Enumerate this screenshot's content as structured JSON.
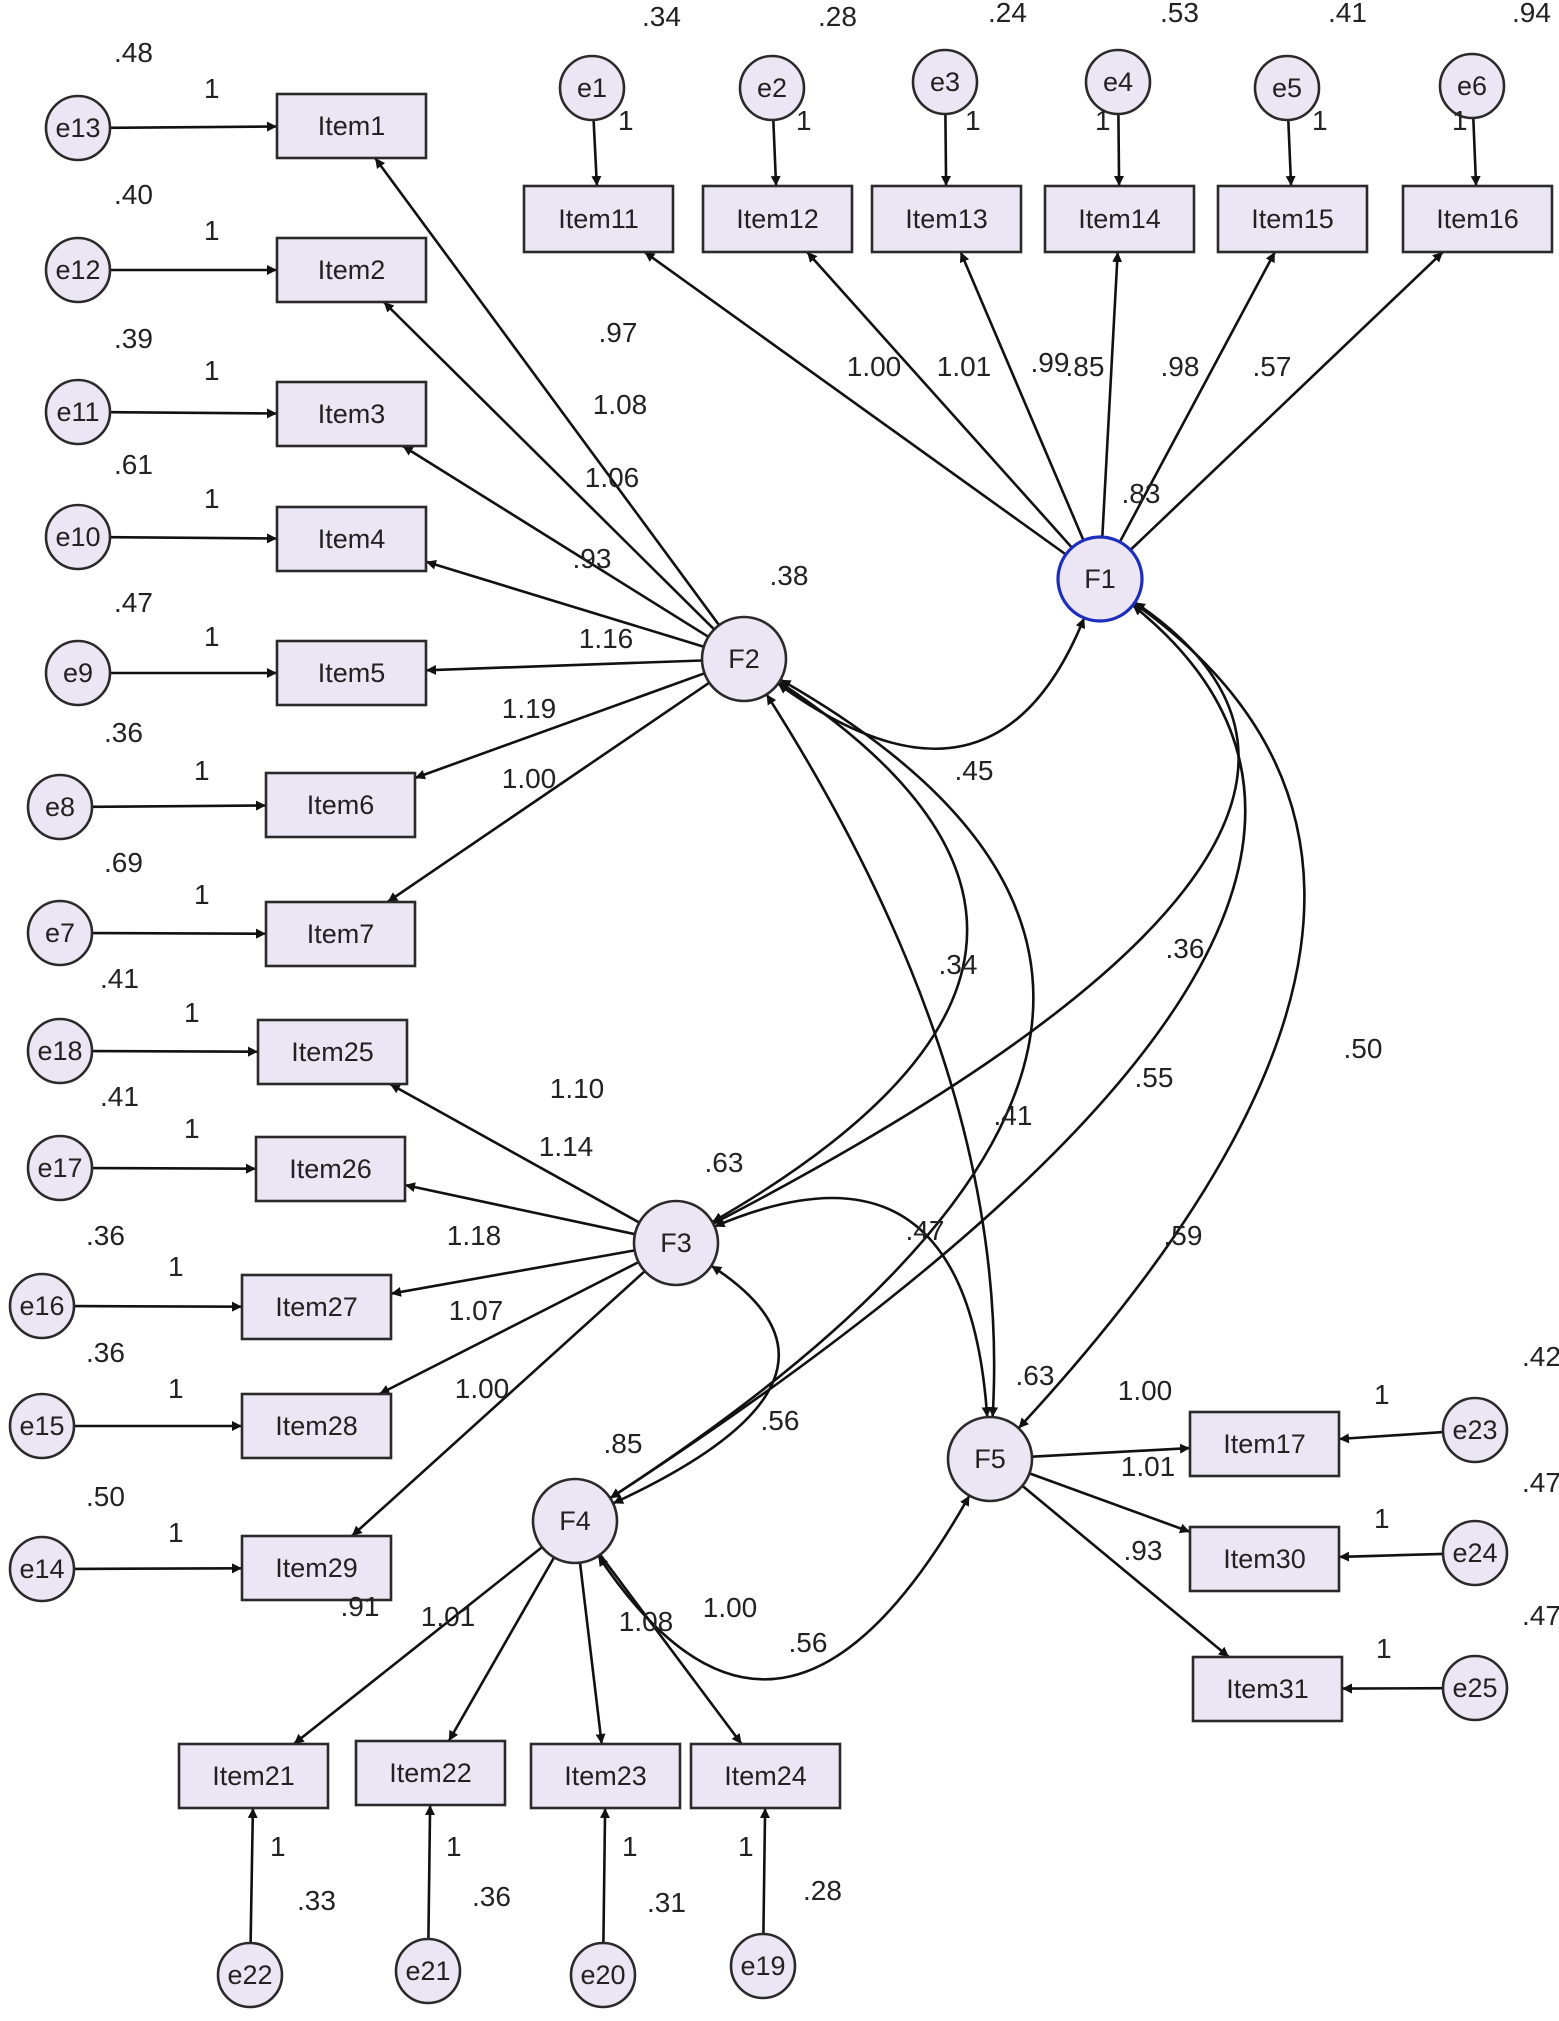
{
  "items": [
    {
      "id": "Item1",
      "label": "Item1"
    },
    {
      "id": "Item2",
      "label": "Item2"
    },
    {
      "id": "Item3",
      "label": "Item3"
    },
    {
      "id": "Item4",
      "label": "Item4"
    },
    {
      "id": "Item5",
      "label": "Item5"
    },
    {
      "id": "Item6",
      "label": "Item6"
    },
    {
      "id": "Item7",
      "label": "Item7"
    },
    {
      "id": "Item11",
      "label": "Item11"
    },
    {
      "id": "Item12",
      "label": "Item12"
    },
    {
      "id": "Item13",
      "label": "Item13"
    },
    {
      "id": "Item14",
      "label": "Item14"
    },
    {
      "id": "Item15",
      "label": "Item15"
    },
    {
      "id": "Item16",
      "label": "Item16"
    },
    {
      "id": "Item25",
      "label": "Item25"
    },
    {
      "id": "Item26",
      "label": "Item26"
    },
    {
      "id": "Item27",
      "label": "Item27"
    },
    {
      "id": "Item28",
      "label": "Item28"
    },
    {
      "id": "Item29",
      "label": "Item29"
    },
    {
      "id": "Item17",
      "label": "Item17"
    },
    {
      "id": "Item30",
      "label": "Item30"
    },
    {
      "id": "Item31",
      "label": "Item31"
    },
    {
      "id": "Item21",
      "label": "Item21"
    },
    {
      "id": "Item22",
      "label": "Item22"
    },
    {
      "id": "Item23",
      "label": "Item23"
    },
    {
      "id": "Item24",
      "label": "Item24"
    }
  ],
  "errors": [
    {
      "id": "e13",
      "label": "e13",
      "item": "Item1",
      "variance": ".48",
      "weight": "1"
    },
    {
      "id": "e12",
      "label": "e12",
      "item": "Item2",
      "variance": ".40",
      "weight": "1"
    },
    {
      "id": "e11",
      "label": "e11",
      "item": "Item3",
      "variance": ".39",
      "weight": "1"
    },
    {
      "id": "e10",
      "label": "e10",
      "item": "Item4",
      "variance": ".61",
      "weight": "1"
    },
    {
      "id": "e9",
      "label": "e9",
      "item": "Item5",
      "variance": ".47",
      "weight": "1"
    },
    {
      "id": "e8",
      "label": "e8",
      "item": "Item6",
      "variance": ".36",
      "weight": "1"
    },
    {
      "id": "e7",
      "label": "e7",
      "item": "Item7",
      "variance": ".69",
      "weight": "1"
    },
    {
      "id": "e1",
      "label": "e1",
      "item": "Item11",
      "variance": ".34",
      "weight": "1"
    },
    {
      "id": "e2",
      "label": "e2",
      "item": "Item12",
      "variance": ".28",
      "weight": "1"
    },
    {
      "id": "e3",
      "label": "e3",
      "item": "Item13",
      "variance": ".24",
      "weight": "1"
    },
    {
      "id": "e4",
      "label": "e4",
      "item": "Item14",
      "variance": ".53",
      "weight": "1"
    },
    {
      "id": "e5",
      "label": "e5",
      "item": "Item15",
      "variance": ".41",
      "weight": "1"
    },
    {
      "id": "e6",
      "label": "e6",
      "item": "Item16",
      "variance": ".94",
      "weight": "1"
    },
    {
      "id": "e18",
      "label": "e18",
      "item": "Item25",
      "variance": ".41",
      "weight": "1"
    },
    {
      "id": "e17",
      "label": "e17",
      "item": "Item26",
      "variance": ".41",
      "weight": "1"
    },
    {
      "id": "e16",
      "label": "e16",
      "item": "Item27",
      "variance": ".36",
      "weight": "1"
    },
    {
      "id": "e15",
      "label": "e15",
      "item": "Item28",
      "variance": ".36",
      "weight": "1"
    },
    {
      "id": "e14",
      "label": "e14",
      "item": "Item29",
      "variance": ".50",
      "weight": "1"
    },
    {
      "id": "e23",
      "label": "e23",
      "item": "Item17",
      "variance": ".42",
      "weight": "1"
    },
    {
      "id": "e24",
      "label": "e24",
      "item": "Item30",
      "variance": ".47",
      "weight": "1"
    },
    {
      "id": "e25",
      "label": "e25",
      "item": "Item31",
      "variance": ".47",
      "weight": "1"
    },
    {
      "id": "e22",
      "label": "e22",
      "item": "Item21",
      "variance": ".33",
      "weight": "1"
    },
    {
      "id": "e21",
      "label": "e21",
      "item": "Item22",
      "variance": ".36",
      "weight": "1"
    },
    {
      "id": "e20",
      "label": "e20",
      "item": "Item23",
      "variance": ".31",
      "weight": "1"
    },
    {
      "id": "e19",
      "label": "e19",
      "item": "Item24",
      "variance": ".28",
      "weight": "1"
    }
  ],
  "factors": [
    {
      "id": "F1",
      "label": "F1",
      "variance": ".83",
      "highlighted": true
    },
    {
      "id": "F2",
      "label": "F2",
      "variance": ".38"
    },
    {
      "id": "F3",
      "label": "F3",
      "variance": ".63"
    },
    {
      "id": "F4",
      "label": "F4",
      "variance": ".85"
    },
    {
      "id": "F5",
      "label": "F5",
      "variance": ".63"
    }
  ],
  "loadings": [
    {
      "factor": "F2",
      "item": "Item1",
      "value": ".97"
    },
    {
      "factor": "F2",
      "item": "Item2",
      "value": "1.08"
    },
    {
      "factor": "F2",
      "item": "Item3",
      "value": "1.06"
    },
    {
      "factor": "F2",
      "item": "Item4",
      "value": ".93"
    },
    {
      "factor": "F2",
      "item": "Item5",
      "value": "1.16"
    },
    {
      "factor": "F2",
      "item": "Item6",
      "value": "1.19"
    },
    {
      "factor": "F2",
      "item": "Item7",
      "value": "1.00"
    },
    {
      "factor": "F1",
      "item": "Item11",
      "value": "1.00"
    },
    {
      "factor": "F1",
      "item": "Item12",
      "value": "1.01"
    },
    {
      "factor": "F1",
      "item": "Item13",
      "value": ".99"
    },
    {
      "factor": "F1",
      "item": "Item14",
      "value": ".85"
    },
    {
      "factor": "F1",
      "item": "Item15",
      "value": ".98"
    },
    {
      "factor": "F1",
      "item": "Item16",
      "value": ".57"
    },
    {
      "factor": "F3",
      "item": "Item25",
      "value": "1.10"
    },
    {
      "factor": "F3",
      "item": "Item26",
      "value": "1.14"
    },
    {
      "factor": "F3",
      "item": "Item27",
      "value": "1.18"
    },
    {
      "factor": "F3",
      "item": "Item28",
      "value": "1.07"
    },
    {
      "factor": "F3",
      "item": "Item29",
      "value": "1.00"
    },
    {
      "factor": "F5",
      "item": "Item17",
      "value": "1.00"
    },
    {
      "factor": "F5",
      "item": "Item30",
      "value": "1.01"
    },
    {
      "factor": "F5",
      "item": "Item31",
      "value": ".93"
    },
    {
      "factor": "F4",
      "item": "Item21",
      "value": ".91"
    },
    {
      "factor": "F4",
      "item": "Item22",
      "value": "1.01"
    },
    {
      "factor": "F4",
      "item": "Item23",
      "value": "1.08"
    },
    {
      "factor": "F4",
      "item": "Item24",
      "value": "1.00"
    }
  ],
  "covariances": [
    {
      "a": "F2",
      "b": "F1",
      "value": ".45"
    },
    {
      "a": "F2",
      "b": "F3",
      "value": ".34"
    },
    {
      "a": "F2",
      "b": "F4",
      "value": ".55"
    },
    {
      "a": "F2",
      "b": "F5",
      "value": ".41"
    },
    {
      "a": "F1",
      "b": "F3",
      "value": ".36"
    },
    {
      "a": "F1",
      "b": "F4",
      "value": ".59"
    },
    {
      "a": "F1",
      "b": "F5",
      "value": ".50"
    },
    {
      "a": "F3",
      "b": "F4",
      "value": ".56"
    },
    {
      "a": "F3",
      "b": "F5",
      "value": ".47"
    },
    {
      "a": "F4",
      "b": "F5",
      "value": ".56"
    }
  ]
}
